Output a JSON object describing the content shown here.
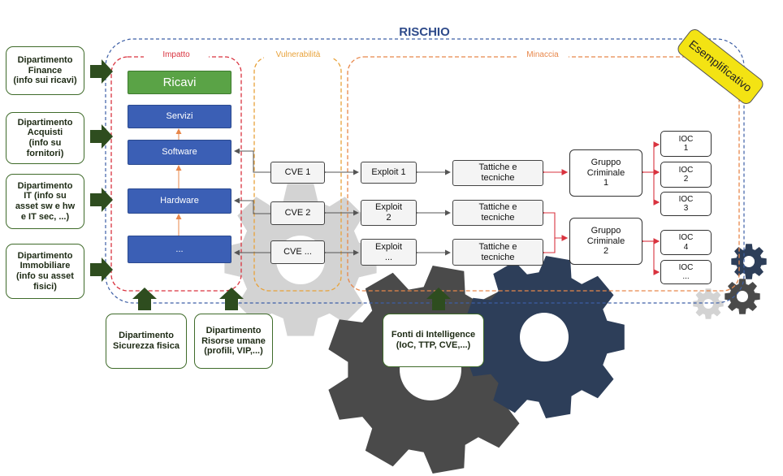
{
  "title": "RISCHIO",
  "badge": "Esemplificativo",
  "sections": {
    "impatto": "Impatto",
    "vulnerabilita": "Vulnerabilità",
    "minaccia": "Minaccia"
  },
  "departments_left": [
    "Dipartimento\nFinance\n(info sui ricavi)",
    "Dipartimento\nAcquisti\n(info su\nfornitori)",
    "Dipartimento\nIT (info su\nasset sw e hw\ne IT sec, ...)",
    "Dipartimento\nImmobiliare\n(info su asset\nfisici)"
  ],
  "departments_bottom": [
    "Dipartimento\nSicurezza fisica",
    "Dipartimento\nRisorse umane\n(profili, VIP,...)"
  ],
  "intelligence": "Fonti di Intelligence\n(IoC, TTP, CVE,...)",
  "impact_stack": {
    "ricavi": "Ricavi",
    "servizi": "Servizi",
    "software": "Software",
    "hardware": "Hardware",
    "other": "..."
  },
  "cves": [
    "CVE 1",
    "CVE 2",
    "CVE ..."
  ],
  "exploits": [
    "Exploit 1",
    "Exploit\n2",
    "Exploit\n..."
  ],
  "tactics": [
    "Tattiche e\ntecniche",
    "Tattiche e\ntecniche",
    "Tattiche e\ntecniche"
  ],
  "groups": [
    "Gruppo\nCriminale\n1",
    "Gruppo\nCriminale\n2"
  ],
  "iocs": [
    "IOC\n1",
    "IOC\n2",
    "IOC\n3",
    "IOC\n4",
    "IOC\n..."
  ],
  "colors": {
    "impatto": "#d9333f",
    "vulnerabilita": "#e8a23a",
    "minaccia": "#e8874a",
    "title": "#2e4a8a",
    "dept_border": "#3f6b2a",
    "arrow_green": "#2e4d1f",
    "gear_navy": "#2d3e59",
    "gear_dark": "#4a4a4a",
    "gear_light": "#d3d3d3",
    "badge": "#f3e313"
  }
}
